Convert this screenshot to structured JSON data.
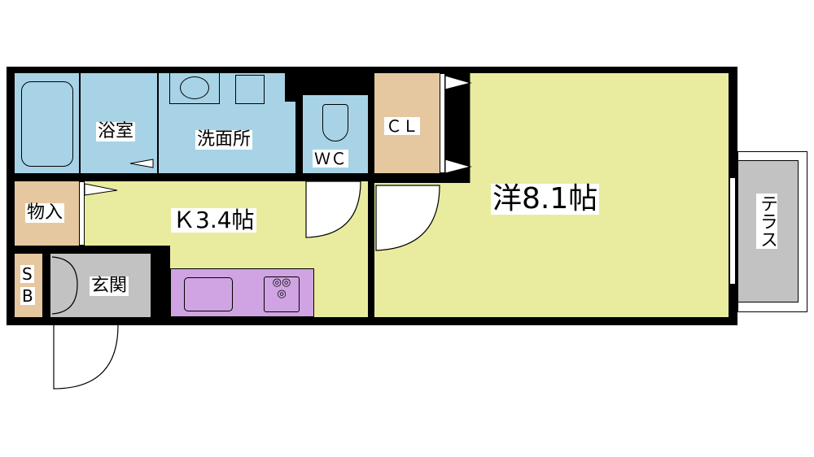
{
  "rooms": {
    "bath": "浴室",
    "washroom": "洗面所",
    "wc": "ＷＣ",
    "closet": "ＣＬ",
    "western_room": "洋8.1帖",
    "kitchen": "Ｋ3.4帖",
    "storage": "物入",
    "shoe_box_top": "S",
    "shoe_box_bottom": "B",
    "entrance": "玄関",
    "terrace": "テラス"
  },
  "colors": {
    "wet": "#a8d3e6",
    "storage": "#e6c8a0",
    "floor": "#e9ec9e",
    "kitchen_counter": "#d0a4e2",
    "entrance": "#c2c2c2",
    "wall": "#000000"
  }
}
